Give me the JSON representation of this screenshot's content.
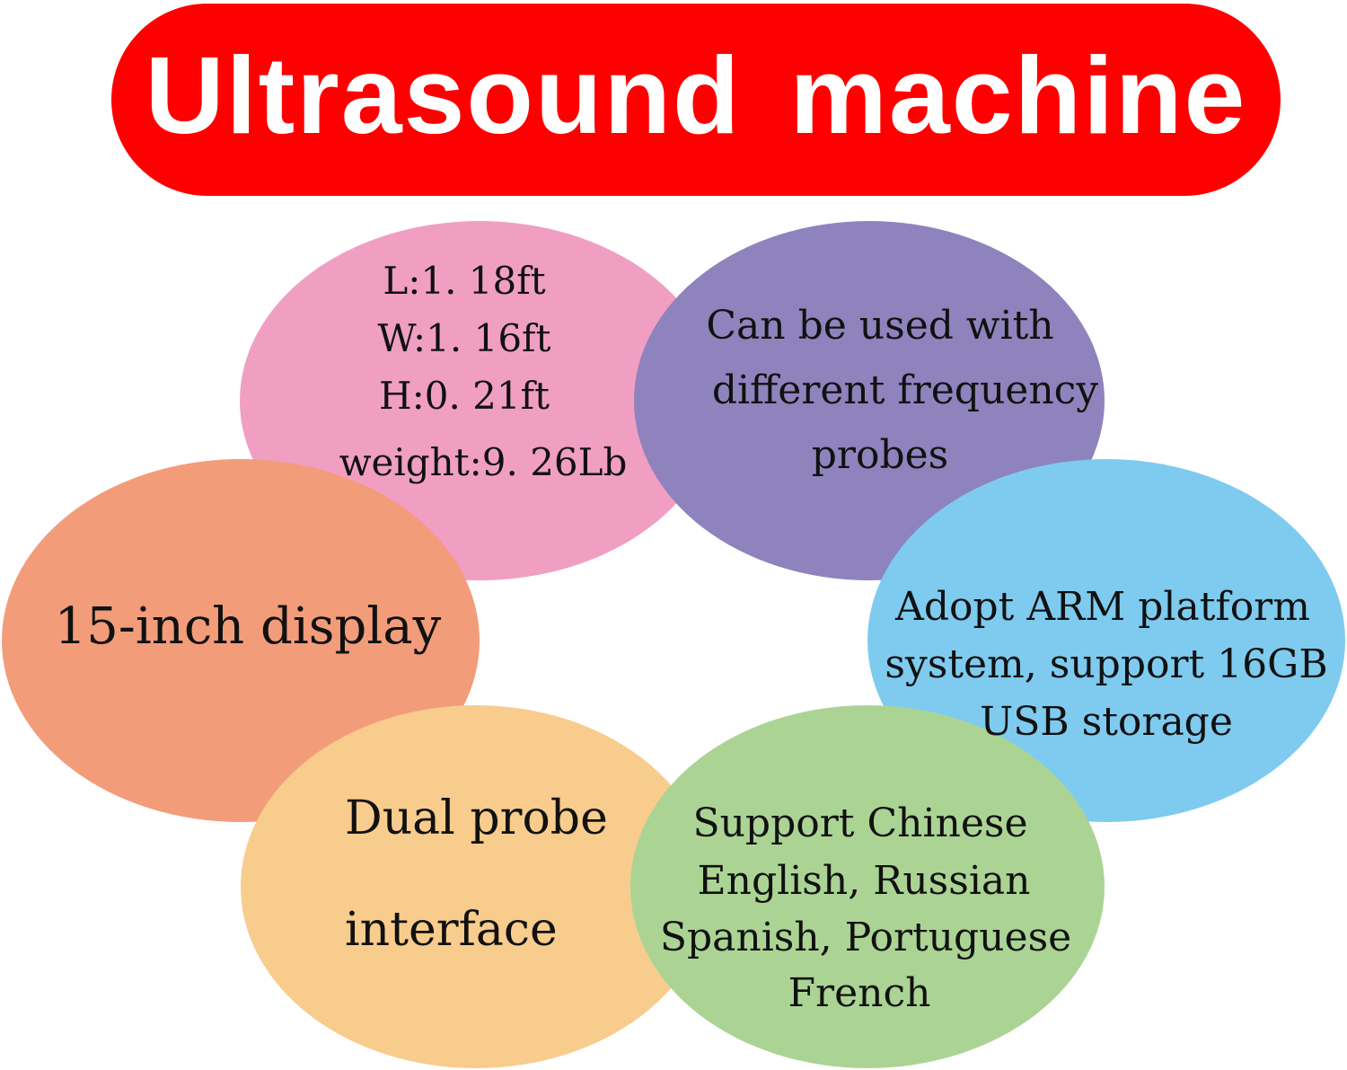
{
  "title": "Ultrasound machine",
  "colors": {
    "banner": "#fe0000",
    "banner_text": "#ffffff",
    "dimensions": "#f09fc3",
    "probes": "#8f83bd",
    "storage": "#7ecbef",
    "languages": "#abd494",
    "interface": "#f8cc8c",
    "display": "#f29c7a"
  },
  "features": {
    "dimensions": {
      "lines": [
        "L:1. 18ft",
        "W:1. 16ft",
        "H:0. 21ft",
        "weight:9. 26Lb"
      ]
    },
    "probes": {
      "lines": [
        "Can be used with",
        "different frequency",
        "probes"
      ]
    },
    "storage": {
      "lines": [
        "Adopt ARM platform",
        "system, support 16GB",
        "USB storage"
      ]
    },
    "languages": {
      "lines": [
        "Support Chinese",
        "English, Russian",
        "Spanish, Portuguese",
        "French"
      ]
    },
    "interface": {
      "lines": [
        "Dual probe",
        "interface"
      ]
    },
    "display": {
      "lines": [
        "15-inch display"
      ]
    }
  }
}
